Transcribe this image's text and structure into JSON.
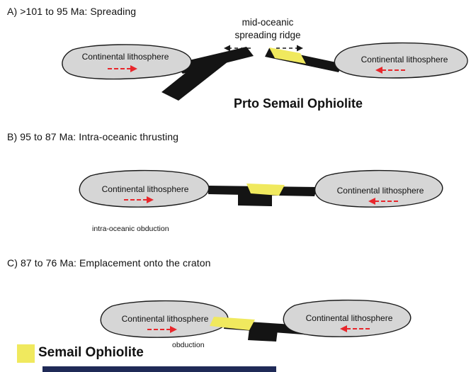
{
  "colors": {
    "continental_fill": "#d6d6d6",
    "outline": "#1a1a1a",
    "oceanic": "#141414",
    "ophiolite_yellow": "#f0e95e",
    "arrow_red": "#e8262b",
    "bottom_bar": "#1f2a57"
  },
  "sections": {
    "a": {
      "title": "A) >101 to 95 Ma: Spreading",
      "ridge_line1": "mid-oceanic",
      "ridge_line2": "spreading ridge",
      "left_continent": "Continental lithosphere",
      "right_continent": "Continental lithosphere",
      "ophiolite_label": "Prto Semail Ophiolite"
    },
    "b": {
      "title": "B) 95 to 87 Ma: Intra-oceanic thrusting",
      "left_continent": "Continental lithosphere",
      "right_continent": "Continental lithosphere",
      "process_label": "intra-oceanic obduction"
    },
    "c": {
      "title": "C) 87 to 76 Ma: Emplacement onto the craton",
      "left_continent": "Continental lithosphere",
      "right_continent": "Continental lithosphere",
      "process_label": "obduction"
    }
  },
  "legend": {
    "label": "Semail Ophiolite"
  }
}
